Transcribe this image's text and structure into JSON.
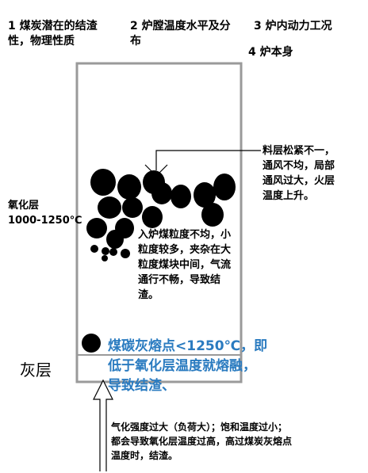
{
  "factors": [
    {
      "text": "1 煤炭潜在的结渣\n性，物理性质"
    },
    {
      "text": "2 炉膛温度水平及分\n布"
    },
    {
      "text": "3 炉内动力工况"
    },
    {
      "text": "4 炉本身"
    }
  ],
  "labels": {
    "bed_note": "料层松紧不一，\n通风不均，局部\n通风过大，火层\n温度上升。",
    "oxidation_layer": "氧化层\n1000-1250℃",
    "particle_note": "入炉煤粒度不均，小\n粒度较多，夹杂在大\n粒度煤块中间，气流\n通行不畅，导致结\n渣。",
    "ash_fusion_note": "煤碳灰熔点<1250℃，即\n低于氧化层温度就熔融，\n导致结渣、",
    "ash_layer": "灰层",
    "gasification_note": "气化强度过大（负荷大）；饱和温度过小；\n都会导致氧化层温度过高，高过煤炭灰熔点\n温度时，结渣。"
  },
  "colors": {
    "wall": "#9a9a9a",
    "coal": "#000000",
    "highlight_text": "#2a7bc0"
  }
}
